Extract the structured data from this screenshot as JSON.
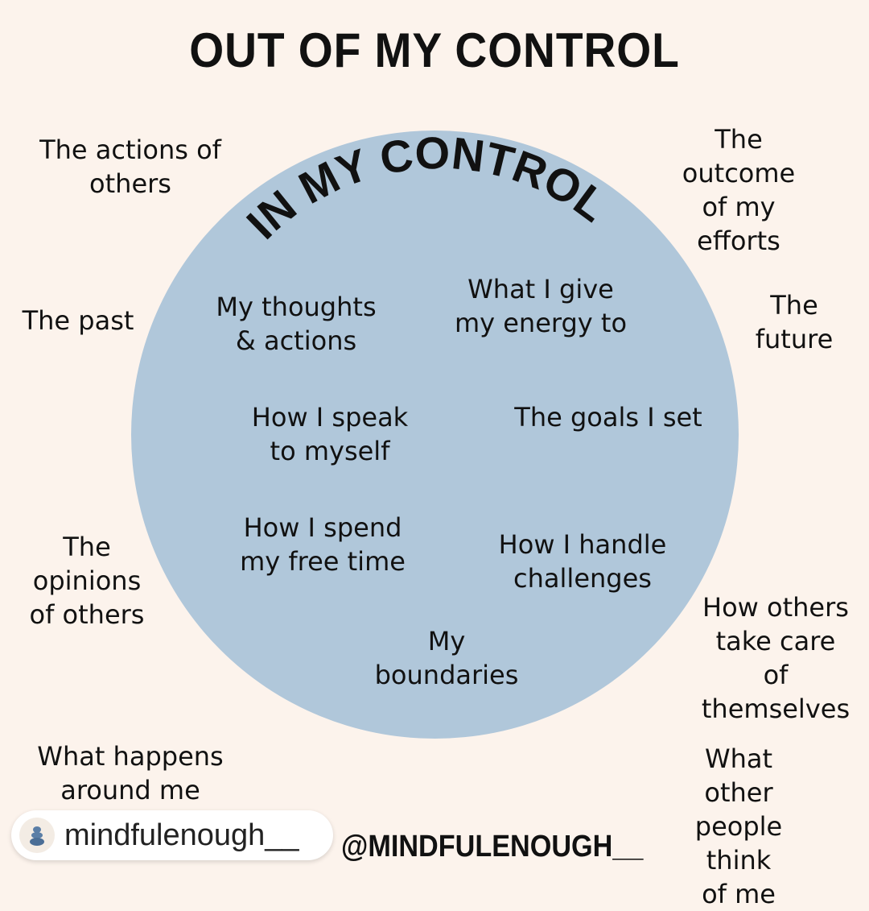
{
  "title": "OUT OF MY CONTROL",
  "circle_title": "IN MY CONTROL",
  "colors": {
    "background": "#fcf3ec",
    "circle": "#b0c7da",
    "text": "#111111"
  },
  "inside": [
    "My thoughts\n& actions",
    "What I give\nmy energy to",
    "How I speak\nto myself",
    "The goals I set",
    "How I spend\nmy free time",
    "How I handle\nchallenges",
    "My\nboundaries"
  ],
  "outside": [
    "The actions of\nothers",
    "The outcome\nof my efforts",
    "The past",
    "The\nfuture",
    "The\nopinions\nof others",
    "How others\ntake care of\nthemselves",
    "What happens\naround me",
    "What other\npeople think\nof me"
  ],
  "handle": "@MINDFULENOUGH__",
  "badge": {
    "username": "mindfulenough__",
    "logo_icon": "stacked-stones-logo"
  }
}
